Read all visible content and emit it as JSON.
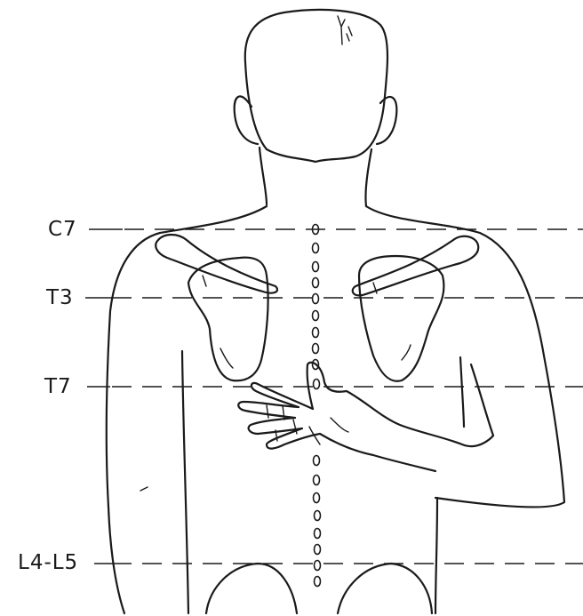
{
  "levels": {
    "c7": "C7",
    "t3": "T3",
    "t7": "T7",
    "l4l5": "L4-L5"
  },
  "colors": {
    "ink": "#1a1a1a",
    "paper": "#ffffff"
  }
}
